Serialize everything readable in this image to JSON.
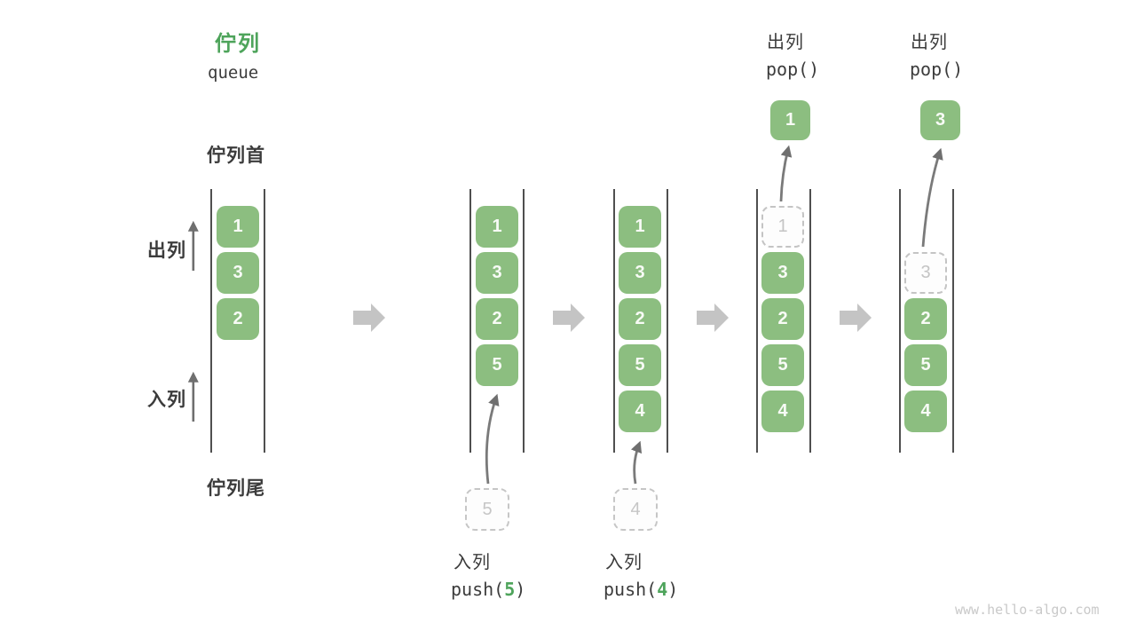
{
  "title": {
    "zh": "佇列",
    "en": "queue"
  },
  "side_labels": {
    "front": "佇列首",
    "dequeue": "出列",
    "enqueue": "入列",
    "rear": "佇列尾"
  },
  "operations": [
    {
      "kind": "enqueue",
      "label": "入列",
      "fn_open": "push(",
      "arg": "5",
      "fn_close": ")"
    },
    {
      "kind": "enqueue",
      "label": "入列",
      "fn_open": "push(",
      "arg": "4",
      "fn_close": ")"
    },
    {
      "kind": "dequeue",
      "label": "出列",
      "fn": "pop()"
    },
    {
      "kind": "dequeue",
      "label": "出列",
      "fn": "pop()"
    }
  ],
  "states": [
    {
      "cells": [
        "1",
        "3",
        "2"
      ]
    },
    {
      "cells": [
        "1",
        "3",
        "2",
        "5"
      ],
      "incoming": "5"
    },
    {
      "cells": [
        "1",
        "3",
        "2",
        "5",
        "4"
      ],
      "incoming": "4"
    },
    {
      "cells": [
        "1",
        "3",
        "2",
        "5",
        "4"
      ],
      "popped": "1"
    },
    {
      "cells": [
        "3",
        "2",
        "5",
        "4"
      ],
      "popped": "3"
    }
  ],
  "watermark": "www.hello-algo.com",
  "colors": {
    "element_green": "#8CBE80",
    "accent_green": "#4EA45B",
    "text_dark": "#3C3C3C",
    "muted_gray": "#C4C4C4"
  }
}
